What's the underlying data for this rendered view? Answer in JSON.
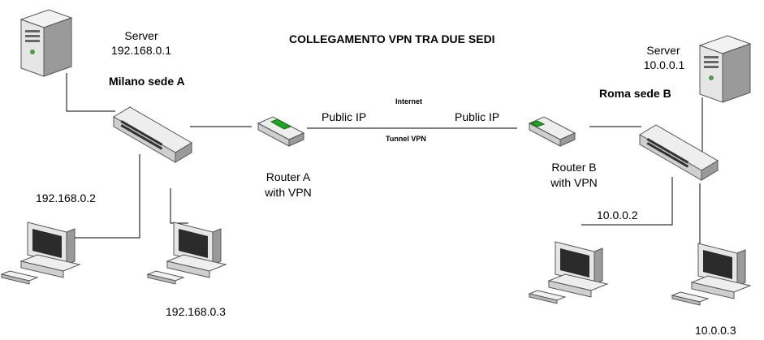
{
  "title": "COLLEGAMENTO VPN TRA DUE SEDI",
  "site_a": {
    "server_label": "Server",
    "server_ip": "192.168.0.1",
    "site_name": "Milano sede A",
    "router_label_1": "Router A",
    "router_label_2": "with VPN",
    "client_1_ip": "192.168.0.2",
    "client_2_ip": "192.168.0.3"
  },
  "site_b": {
    "server_label": "Server",
    "server_ip": "10.0.0.1",
    "site_name": "Roma sede B",
    "router_label_1": "Router B",
    "router_label_2": "with VPN",
    "client_1_ip": "10.0.0.2",
    "client_2_ip": "10.0.0.3"
  },
  "link": {
    "internet_label": "Internet",
    "tunnel_label": "Tunnel VPN",
    "public_ip_a": "Public IP",
    "public_ip_b": "Public IP"
  },
  "colors": {
    "line": "#000000",
    "device_body": "#e6e6e6",
    "device_shadow": "#9a9a9a",
    "screen": "#2b2b2b",
    "led_green": "#1fa51f"
  }
}
